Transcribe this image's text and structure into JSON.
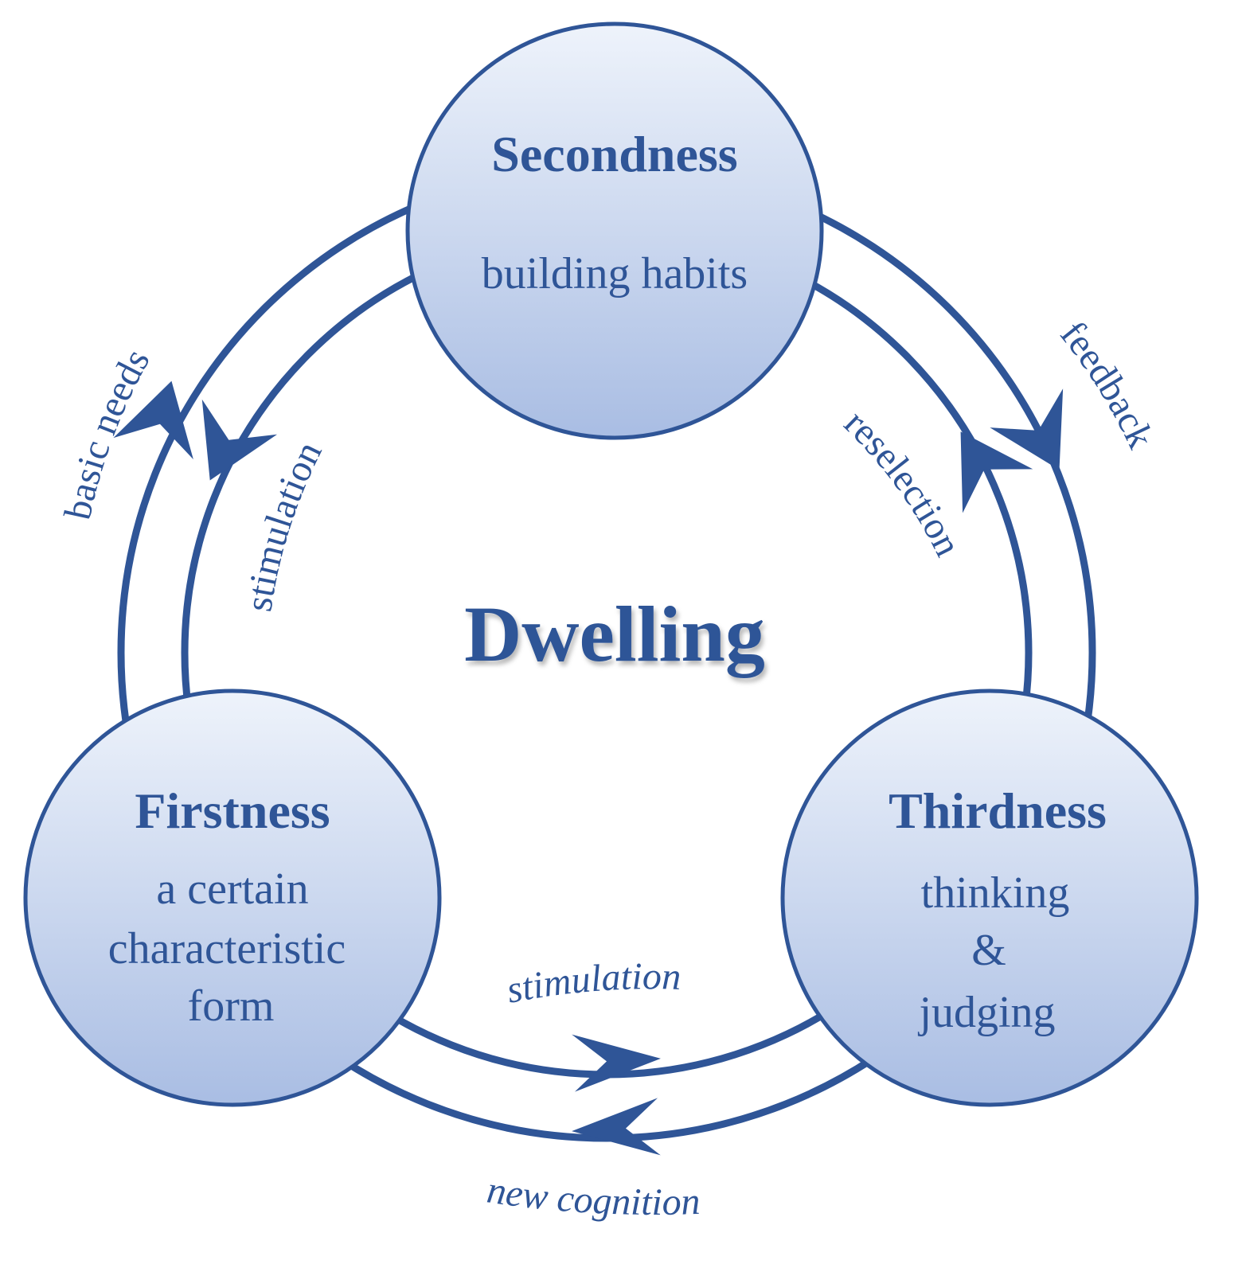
{
  "center": {
    "label": "Dwelling"
  },
  "nodes": {
    "secondness": {
      "title": "Secondness",
      "lines": [
        "building habits"
      ]
    },
    "firstness": {
      "title": "Firstness",
      "lines": [
        "a certain",
        "characteristic",
        "form"
      ]
    },
    "thirdness": {
      "title": "Thirdness",
      "lines": [
        "thinking",
        "&",
        "judging"
      ]
    }
  },
  "arrows": {
    "basic_needs": "basic needs",
    "stimulation_left": "stimulation",
    "feedback": "feedback",
    "reselection": "reselection",
    "stimulation_bottom": "stimulation",
    "new_cognition": "new cognition"
  },
  "colors": {
    "stroke": "#2f5597",
    "circle_fill_top": "#eef3fb",
    "circle_fill_bottom": "#a9bde3"
  }
}
